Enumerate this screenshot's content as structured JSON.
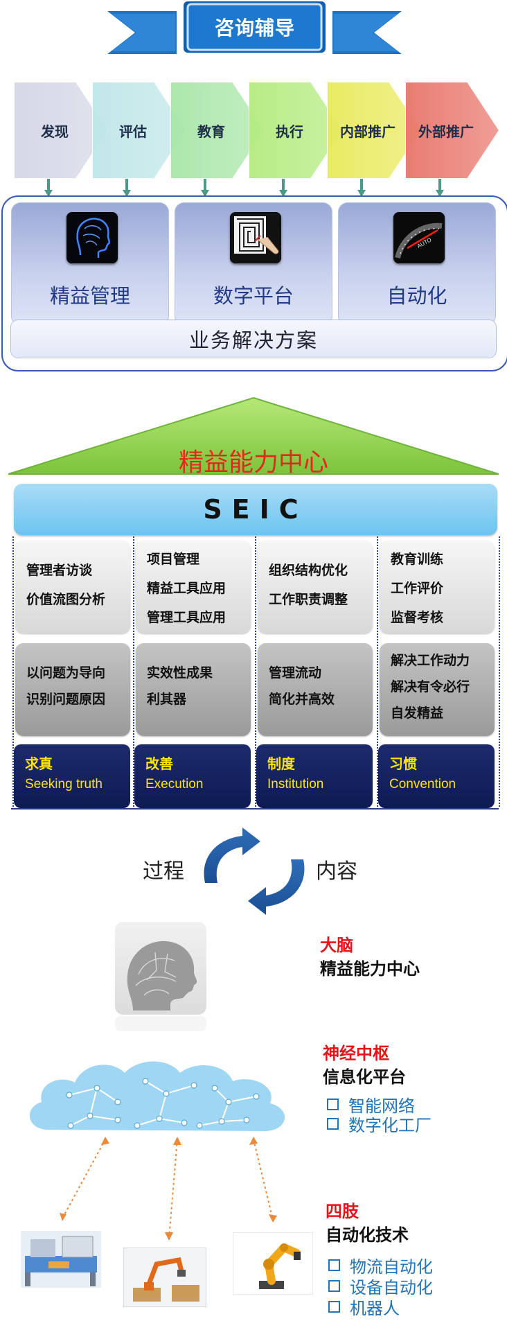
{
  "banner": {
    "title": "咨询辅导"
  },
  "steps": [
    {
      "label": "发现",
      "color": "#d4d6e6"
    },
    {
      "label": "评估",
      "color": "#bfe6e8"
    },
    {
      "label": "教育",
      "color": "#a8e6a8"
    },
    {
      "label": "执行",
      "color": "#b4eb7e"
    },
    {
      "label": "内部推广",
      "color": "#e8ea5c"
    },
    {
      "label": "外部推广",
      "color": "#e8756a"
    }
  ],
  "solutions": {
    "cards": [
      {
        "label": "精益管理",
        "icon": "brain-head-icon"
      },
      {
        "label": "数字平台",
        "icon": "maze-hand-icon"
      },
      {
        "label": "自动化",
        "icon": "speedometer-icon"
      }
    ],
    "bar": "业务解决方案"
  },
  "house": {
    "roof_title": "精益能力中心",
    "seic": "SEIC",
    "columns": [
      {
        "top": [
          "管理者访谈",
          "价值流图分析"
        ],
        "mid": [
          "以问题为导向",
          "识别问题原因"
        ],
        "pillar_zh": "求真",
        "pillar_en": "Seeking truth"
      },
      {
        "top": [
          "项目管理",
          "精益工具应用",
          "管理工具应用"
        ],
        "mid": [
          "实效性成果",
          "利其器"
        ],
        "pillar_zh": "改善",
        "pillar_en": "Execution"
      },
      {
        "top": [
          "组织结构优化",
          "工作职责调整"
        ],
        "mid": [
          "管理流动",
          "简化并高效"
        ],
        "pillar_zh": "制度",
        "pillar_en": "Institution"
      },
      {
        "top": [
          "教育训练",
          "工作评价",
          "监督考核"
        ],
        "mid": [
          "解决工作动力",
          "解决有令必行",
          "自发精益"
        ],
        "pillar_zh": "习惯",
        "pillar_en": "Convention"
      }
    ]
  },
  "cycle": {
    "left": "过程",
    "right": "内容"
  },
  "layers": [
    {
      "red": "大脑",
      "black": "精益能力中心",
      "items": []
    },
    {
      "red": "神经中枢",
      "black": "信息化平台",
      "items": [
        "智能网络",
        "数字化工厂"
      ]
    },
    {
      "red": "四肢",
      "black": "自动化技术",
      "items": [
        "物流自动化",
        "设备自动化",
        "机器人"
      ]
    }
  ],
  "colors": {
    "accent_blue": "#1f6fc0",
    "roof_green": "#8fd644",
    "red_title": "#e02a1c",
    "pillar_yellow": "#ffe600"
  }
}
